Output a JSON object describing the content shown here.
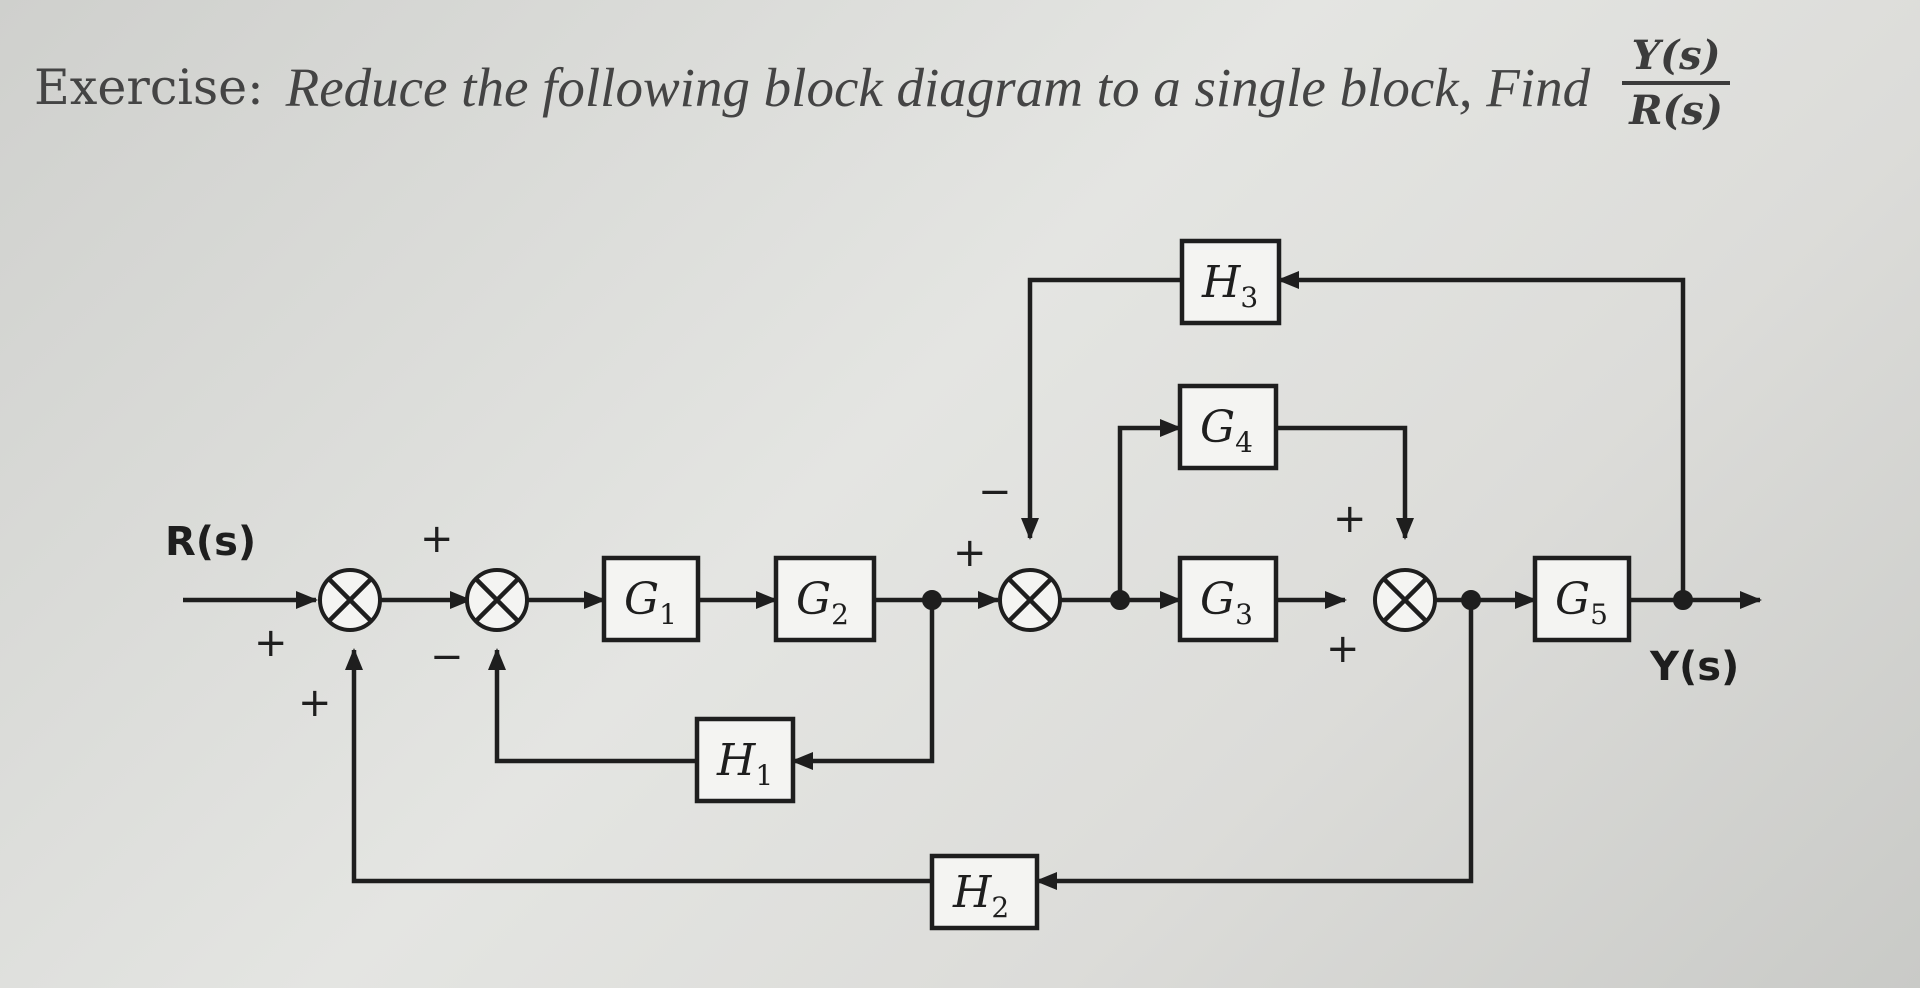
{
  "title": {
    "prefix": "Exercise:",
    "text": "Reduce the following block diagram to a single block, Find",
    "fraction_numerator": "Y(s)",
    "fraction_denominator": "R(s)"
  },
  "diagram": {
    "input_label": "R(s)",
    "output_label": "Y(s)",
    "blocks": {
      "G1": {
        "name": "G",
        "sub": "1"
      },
      "G2": {
        "name": "G",
        "sub": "2"
      },
      "G3": {
        "name": "G",
        "sub": "3"
      },
      "G4": {
        "name": "G",
        "sub": "4"
      },
      "G5": {
        "name": "G",
        "sub": "5"
      },
      "H1": {
        "name": "H",
        "sub": "1"
      },
      "H2": {
        "name": "H",
        "sub": "2"
      },
      "H3": {
        "name": "H",
        "sub": "3"
      }
    },
    "signs": {
      "j1_input": "+",
      "j1_h2": "+",
      "j2_input": "+",
      "j2_h1": "−",
      "j3_input": "+",
      "j3_h3": "−",
      "j4_g4": "+",
      "j4_g3": "+"
    }
  }
}
